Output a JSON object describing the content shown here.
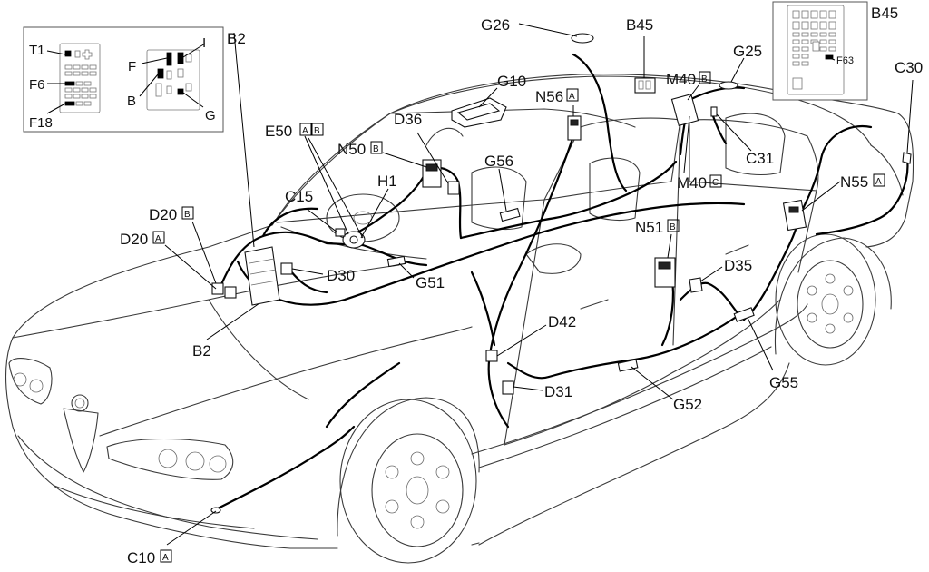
{
  "diagram": {
    "labels": {
      "g26": "G26",
      "b45_top": "B45",
      "b45_inset": "B45",
      "g10": "G10",
      "n56": "N56",
      "n56_sfx": "A",
      "m40b": "M40",
      "m40b_sfx": "B",
      "g25": "G25",
      "c30": "C30",
      "f63": "F63",
      "d36": "D36",
      "e50": "E50",
      "e50_sfx1": "A",
      "e50_sfx2": "B",
      "n50": "N50",
      "n50_sfx": "B",
      "g56": "G56",
      "c31": "C31",
      "h1": "H1",
      "c15": "C15",
      "m40c": "M40",
      "m40c_sfx": "C",
      "n55": "N55",
      "n55_sfx": "A",
      "d20b": "D20",
      "d20b_sfx": "B",
      "d20a": "D20",
      "d20a_sfx": "A",
      "d30": "D30",
      "g51": "G51",
      "n51": "N51",
      "n51_sfx": "B",
      "d35": "D35",
      "b2_inset": "B2",
      "b2": "B2",
      "d42": "D42",
      "d31": "D31",
      "g52": "G52",
      "g55": "G55",
      "c10": "C10",
      "c10_sfx": "A",
      "t1": "T1",
      "f6": "F6",
      "f18": "F18",
      "f": "F",
      "b": "B",
      "i": "I",
      "g": "G"
    }
  }
}
